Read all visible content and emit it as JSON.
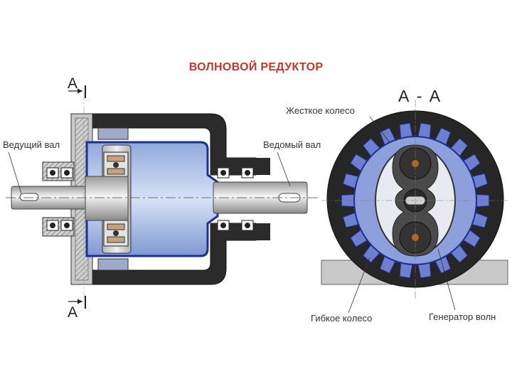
{
  "title": "ВОЛНОВОЙ  РЕДУКТОР",
  "section_mark_top": "А",
  "section_mark_bottom": "А",
  "section_title": "А - А",
  "labels": {
    "rigid_wheel": "Жесткое колесо",
    "drive_shaft": "Ведущий вал",
    "driven_shaft": "Ведомый вал",
    "flexible_wheel": "Гибкое колесо",
    "wave_generator": "Генератор волн"
  },
  "colors": {
    "title": "#c0392b",
    "housing": "#2b2b2b",
    "flexible_wheel": "#6f7fd0",
    "cup_fill": "#a9bde6",
    "generator": "#e8eaf2",
    "support": "#c9c9c9"
  }
}
